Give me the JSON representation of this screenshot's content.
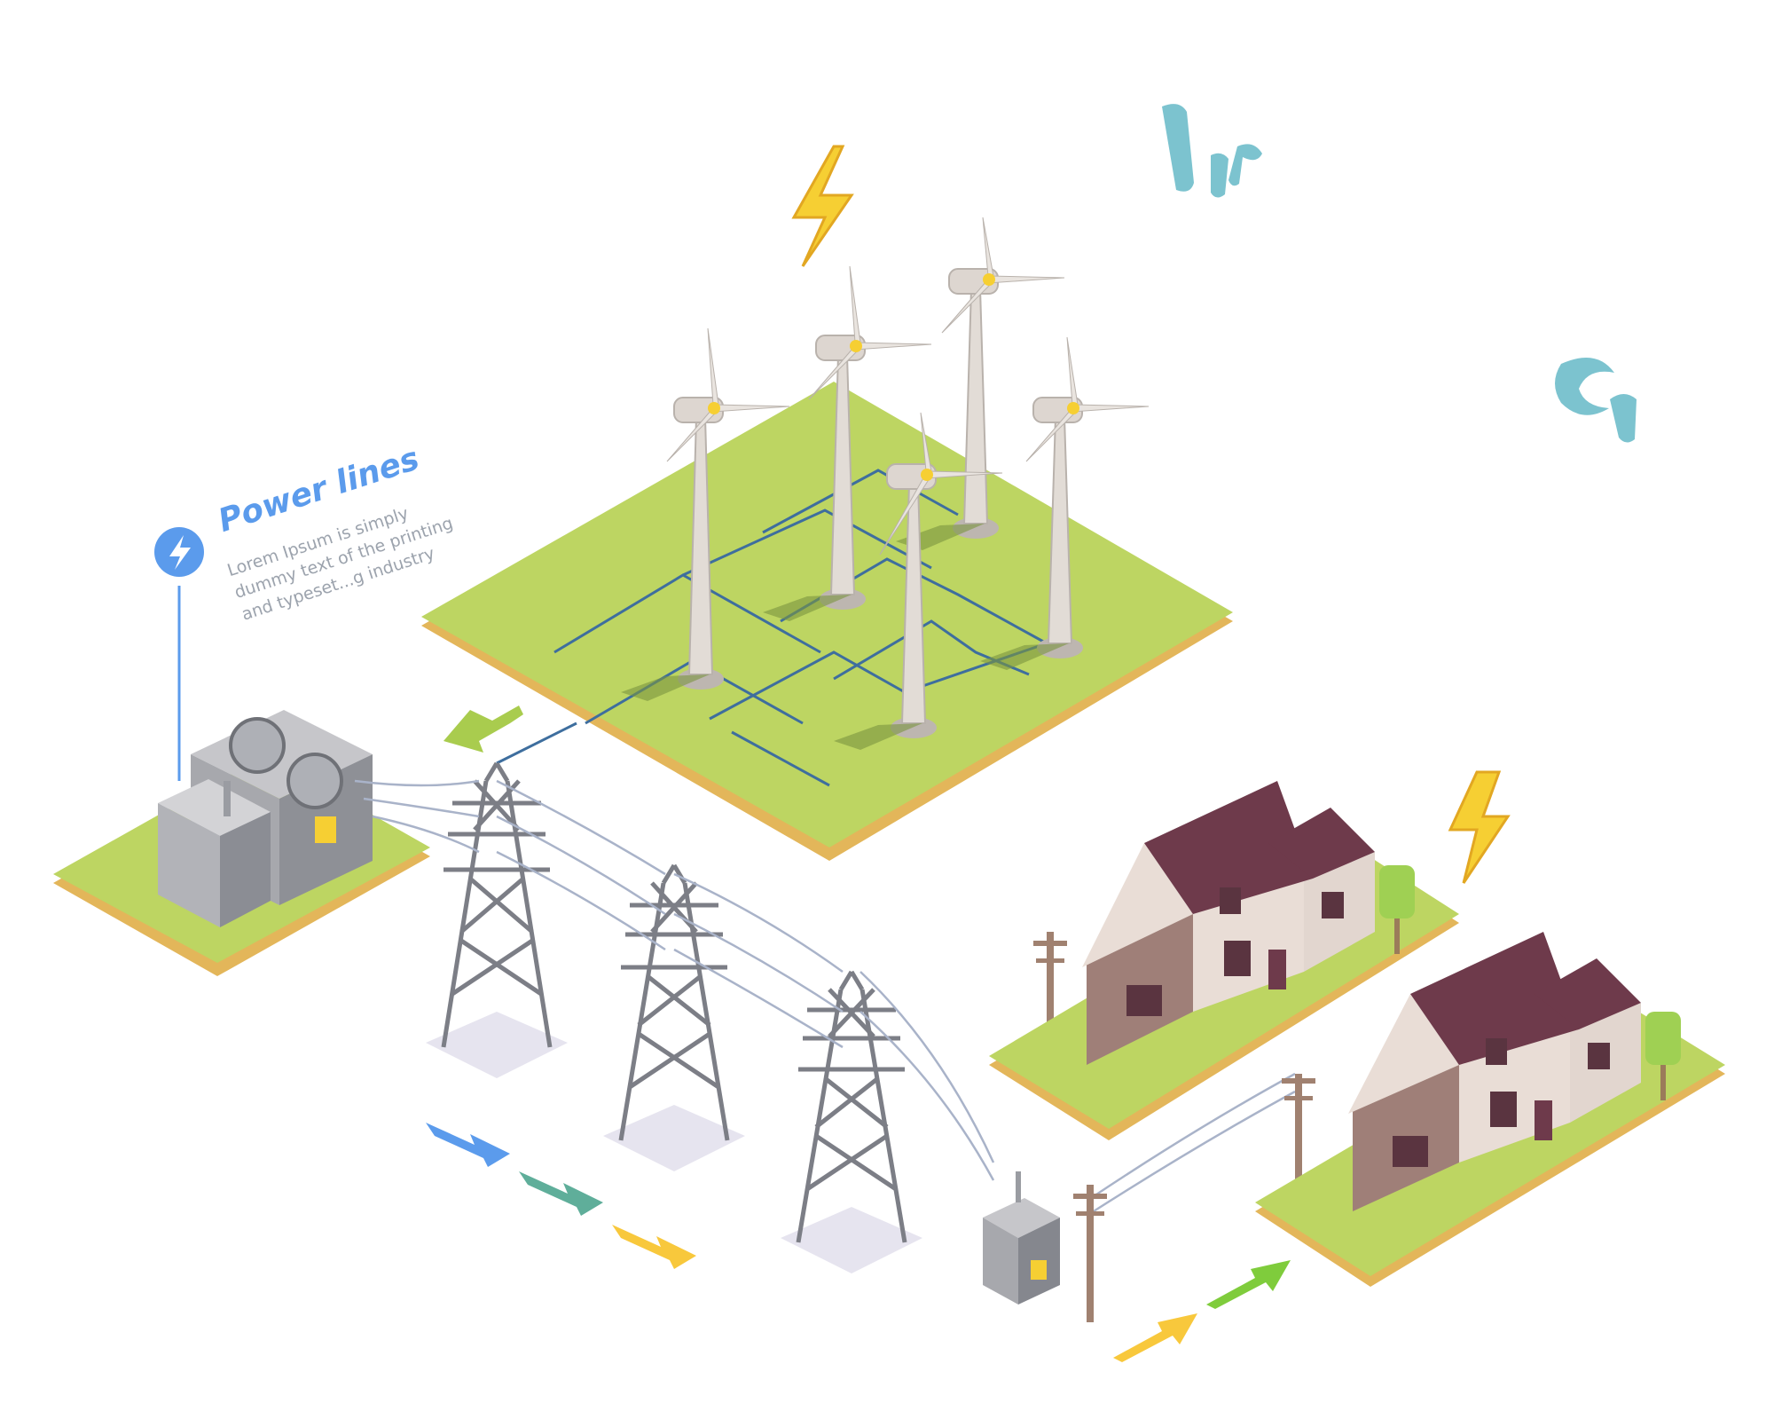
{
  "callout": {
    "title": "Power lines",
    "body_lines": [
      "Lorem Ipsum is simply",
      "dummy text of the printing",
      "and typeset...g industry"
    ],
    "icon": "lightning-icon"
  },
  "colors": {
    "grass": "#bdd562",
    "grass_edge": "#e3b65a",
    "accent_blue": "#5b9bec",
    "arrow_blue": "#5b9bec",
    "arrow_teal": "#5fae9a",
    "arrow_yellow": "#f8c83c",
    "arrow_green": "#7fcc3c",
    "bolt_yellow": "#f6cf33",
    "roof": "#6e3a4b",
    "brick": "#9f7f78",
    "wall": "#e9ddd6",
    "turbine": "#e2dcd6",
    "tower": "#8d8f97",
    "grid_line": "#3e6e9e"
  }
}
